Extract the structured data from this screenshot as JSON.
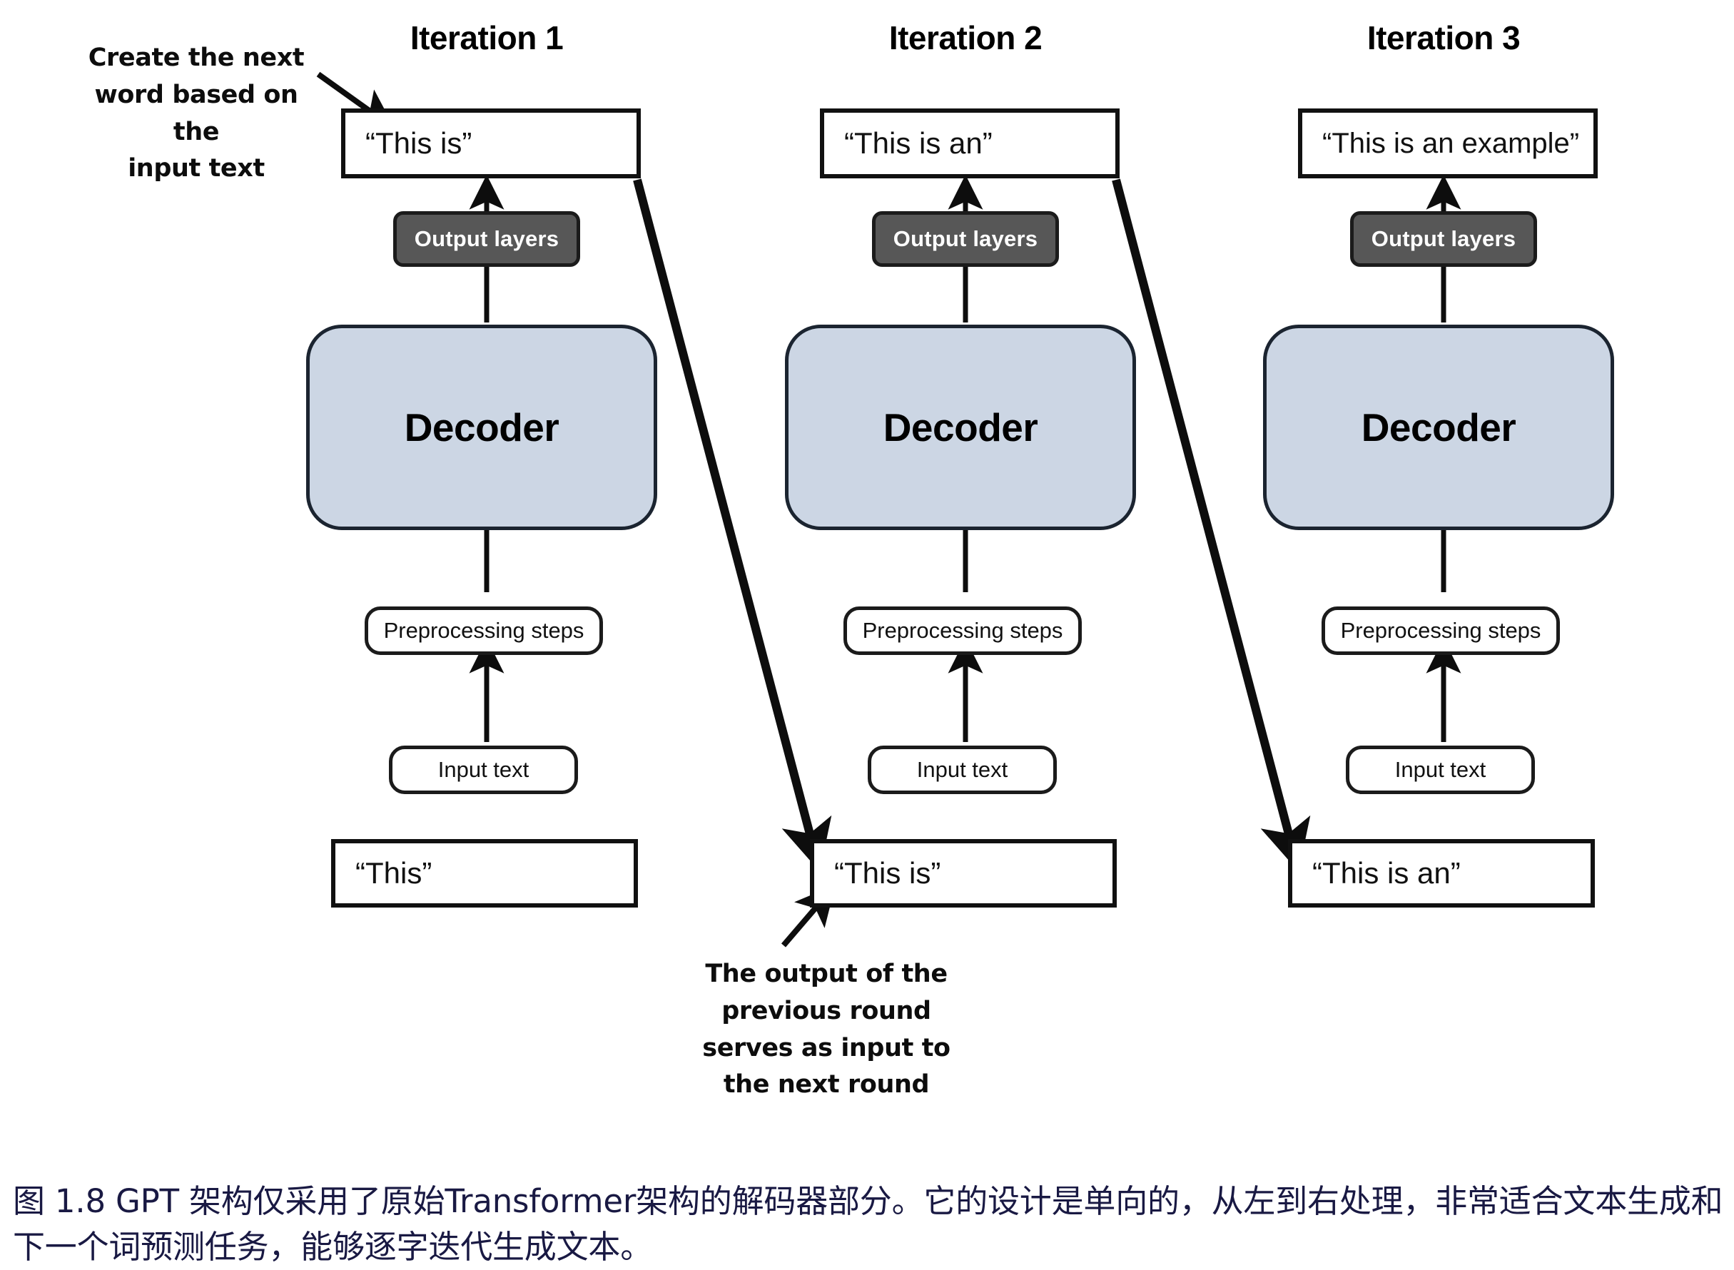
{
  "figure": {
    "caption": "图 1.8  GPT 架构仅采用了原始Transformer架构的解码器部分。它的设计是单向的，从左到右处理，非常适合文本生成和下一个词预测任务，能够逐字迭代生成文本。",
    "caption_color": "#191943",
    "background": "#ffffff"
  },
  "annotations": {
    "top_left": "Create the next\nword based on the\ninput text",
    "top_left_lines": [
      "Create the next",
      "word based on the",
      "input text"
    ],
    "bottom_center": "The output of the\nprevious round\nserves as input to\nthe next round",
    "bottom_center_lines": [
      "The output of the",
      "previous round",
      "serves as input to",
      "the next round"
    ]
  },
  "common_labels": {
    "output_layers": "Output layers",
    "decoder": "Decoder",
    "preprocessing": "Preprocessing steps",
    "input_text": "Input text"
  },
  "colors": {
    "decoder_fill": "#ccd6e4",
    "decoder_border": "#1b2430",
    "output_layers_fill": "#575757",
    "output_layers_text": "#ffffff",
    "box_border": "#111111",
    "arrow": "#0d0d0d"
  },
  "iterations": [
    {
      "title": "Iteration 1",
      "output_text": "“This is”",
      "output_layers": "Output layers",
      "decoder": "Decoder",
      "preprocessing": "Preprocessing steps",
      "input_label": "Input text",
      "input_text": "“This”"
    },
    {
      "title": "Iteration 2",
      "output_text": "“This is an”",
      "output_layers": "Output layers",
      "decoder": "Decoder",
      "preprocessing": "Preprocessing steps",
      "input_label": "Input text",
      "input_text": "“This is”"
    },
    {
      "title": "Iteration 3",
      "output_text": "“This is an example”",
      "output_layers": "Output layers",
      "decoder": "Decoder",
      "preprocessing": "Preprocessing steps",
      "input_label": "Input text",
      "input_text": "“This is an”"
    }
  ]
}
